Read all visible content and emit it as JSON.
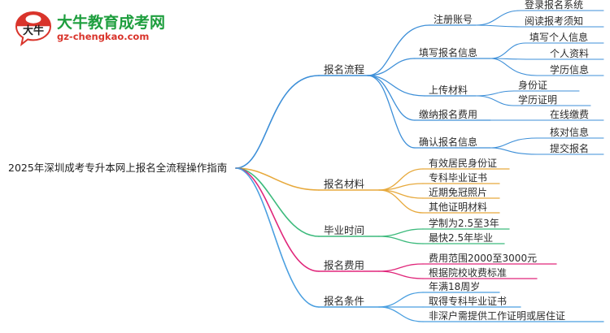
{
  "logo": {
    "name_cn": "大牛教育成考网",
    "domain": "gz-chengkao.com",
    "mark_text": "大牛",
    "green": "#1e9e3e",
    "red": "#d9342b"
  },
  "mindmap": {
    "root": {
      "label": "2025年深圳成考专升本网上报名全流程操作指南"
    },
    "branches": [
      {
        "label": "报名流程",
        "color": "#3d8fd8",
        "children": [
          {
            "label": "注册账号",
            "children": [
              {
                "label": "登录报名系统"
              },
              {
                "label": "阅读报考须知"
              }
            ]
          },
          {
            "label": "填写报名信息",
            "children": [
              {
                "label": "填写个人信息"
              },
              {
                "label": "个人资料"
              },
              {
                "label": "学历信息"
              }
            ]
          },
          {
            "label": "上传材料",
            "children": [
              {
                "label": "身份证"
              },
              {
                "label": "学历证明"
              }
            ]
          },
          {
            "label": "缴纳报名费用",
            "children": [
              {
                "label": "在线缴费"
              }
            ]
          },
          {
            "label": "确认报名信息",
            "children": [
              {
                "label": "核对信息"
              },
              {
                "label": "提交报名"
              }
            ]
          }
        ]
      },
      {
        "label": "报名材料",
        "color": "#e7a93c",
        "children": [
          {
            "label": "有效居民身份证",
            "children": []
          },
          {
            "label": "专科毕业证书",
            "children": []
          },
          {
            "label": "近期免冠照片",
            "children": []
          },
          {
            "label": "其他证明材料",
            "children": []
          }
        ]
      },
      {
        "label": "毕业时间",
        "color": "#3cba7c",
        "children": [
          {
            "label": "学制为2.5至3年",
            "children": []
          },
          {
            "label": "最快2.5年毕业",
            "children": []
          }
        ]
      },
      {
        "label": "报名费用",
        "color": "#e0267a",
        "children": [
          {
            "label": "费用范围2000至3000元",
            "children": []
          },
          {
            "label": "根据院校收费标准",
            "children": []
          }
        ]
      },
      {
        "label": "报名条件",
        "color": "#4a9fe0",
        "children": [
          {
            "label": "年满18周岁",
            "children": []
          },
          {
            "label": "取得专科毕业证书",
            "children": []
          },
          {
            "label": "非深户需提供工作证明或居住证",
            "children": []
          }
        ]
      }
    ]
  }
}
